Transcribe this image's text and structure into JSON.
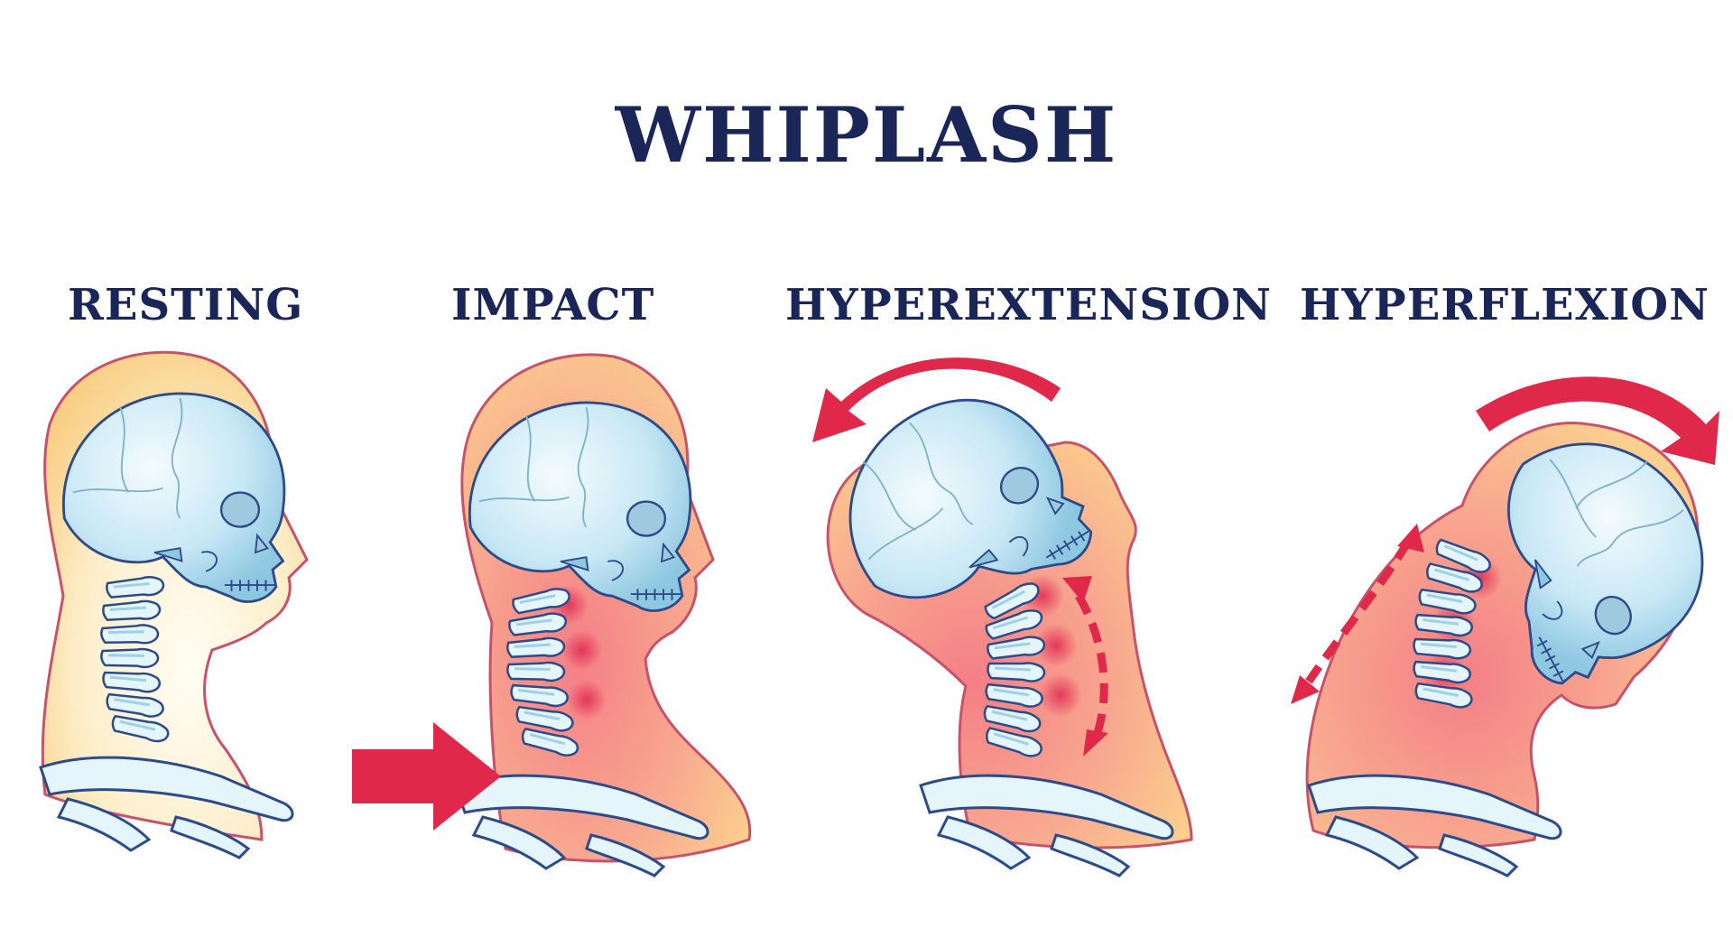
{
  "title": "WHIPLASH",
  "stages": [
    {
      "label": "RESTING"
    },
    {
      "label": "IMPACT"
    },
    {
      "label": "HYPEREXTENSION"
    },
    {
      "label": "HYPERFLEXION"
    }
  ],
  "colors": {
    "title": "#1b2658",
    "skin_calm": "#fde9b8",
    "skin_outline": "#c8526a",
    "inflamed": "#f28a8a",
    "bone": "#dff3fb",
    "bone_shade": "#9fd0e6",
    "bone_outline": "#2d4a8a",
    "arrow": "#e0284a"
  },
  "icons": {
    "impact_arrow": "arrow-right-icon",
    "extension_motion": "curved-arrow-left-icon",
    "flexion_motion": "curved-arrow-right-icon",
    "strain": "double-dashed-arrow-icon"
  }
}
